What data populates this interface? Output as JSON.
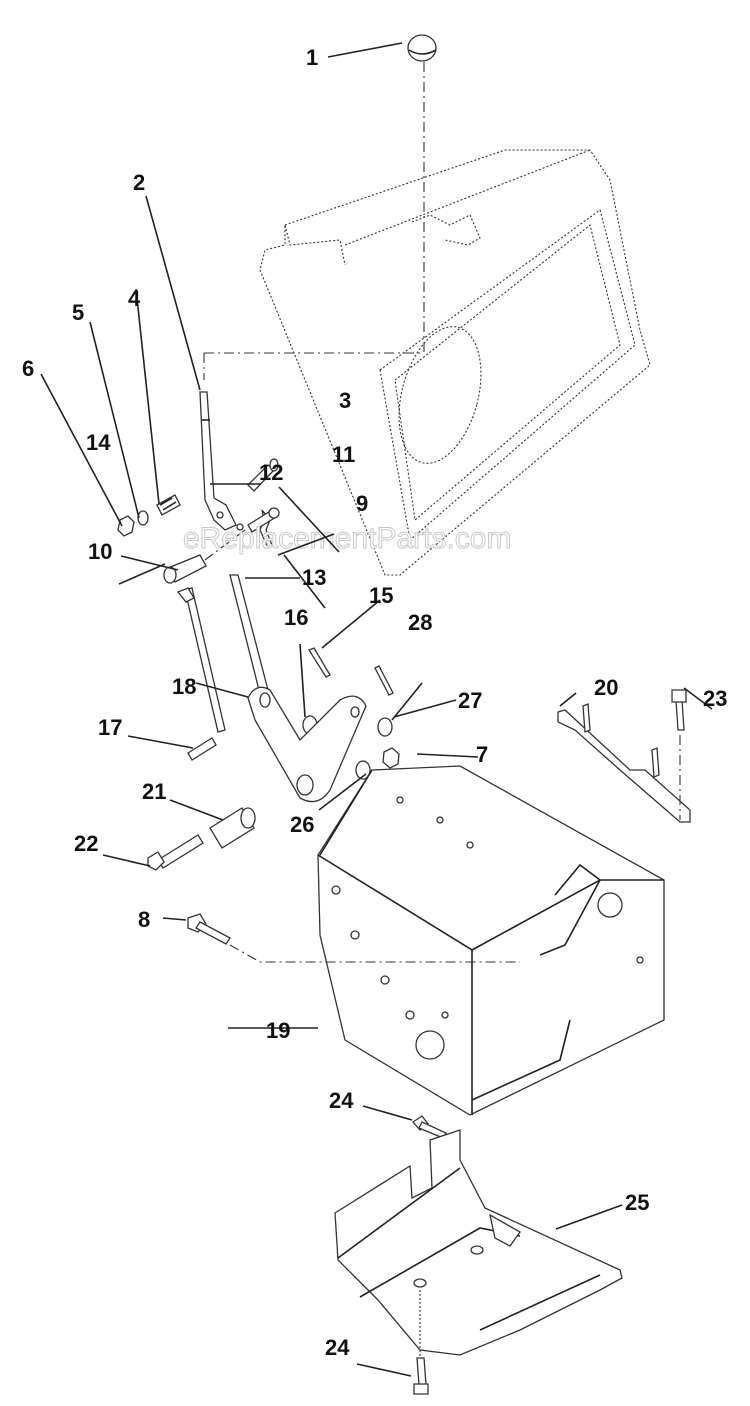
{
  "diagram": {
    "type": "exploded-parts-diagram",
    "watermark": "eReplacementParts.com",
    "callouts": [
      {
        "id": "1"
      },
      {
        "id": "2"
      },
      {
        "id": "3"
      },
      {
        "id": "4"
      },
      {
        "id": "5"
      },
      {
        "id": "6"
      },
      {
        "id": "7"
      },
      {
        "id": "8"
      },
      {
        "id": "9"
      },
      {
        "id": "10"
      },
      {
        "id": "11"
      },
      {
        "id": "12"
      },
      {
        "id": "13"
      },
      {
        "id": "14"
      },
      {
        "id": "15"
      },
      {
        "id": "16"
      },
      {
        "id": "17"
      },
      {
        "id": "18"
      },
      {
        "id": "19"
      },
      {
        "id": "20"
      },
      {
        "id": "21"
      },
      {
        "id": "22"
      },
      {
        "id": "23"
      },
      {
        "id": "24"
      },
      {
        "id": "24"
      },
      {
        "id": "25"
      },
      {
        "id": "26"
      },
      {
        "id": "27"
      },
      {
        "id": "28"
      }
    ]
  }
}
